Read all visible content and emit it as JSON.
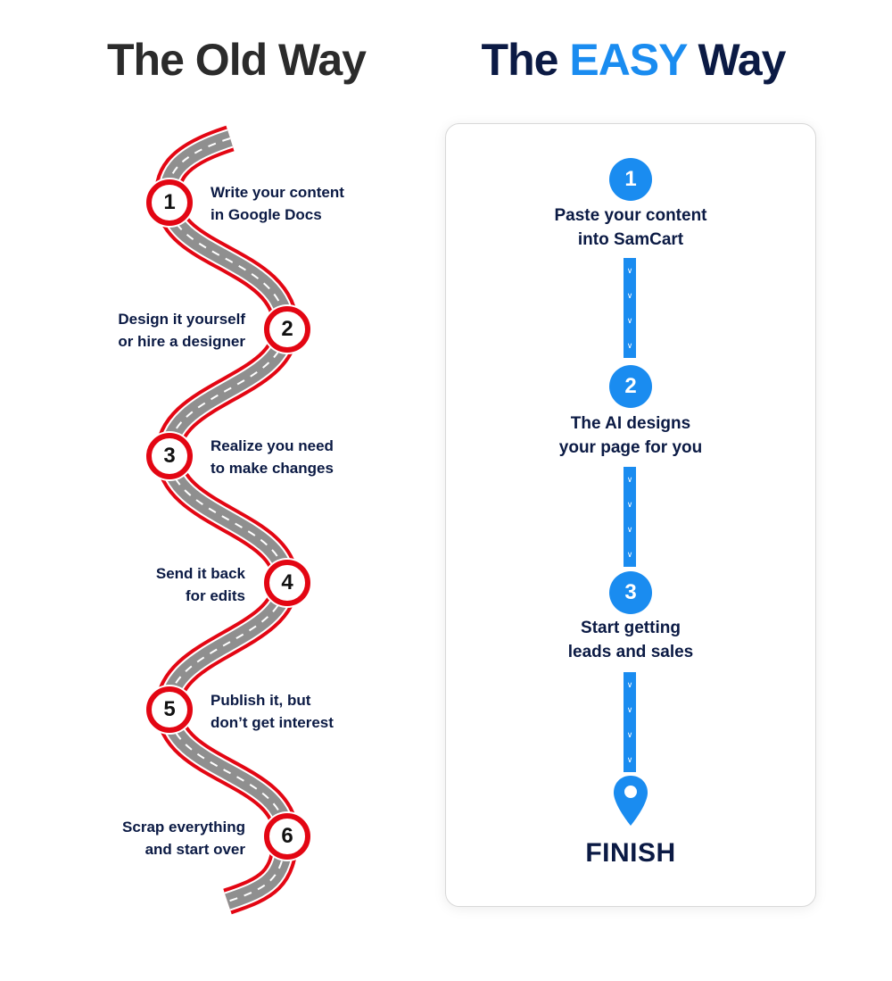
{
  "old_way": {
    "title": "The Old Way",
    "steps": [
      {
        "number": "1",
        "line1": "Write your content",
        "line2": "in Google Docs"
      },
      {
        "number": "2",
        "line1": "Design it yourself",
        "line2": "or hire a designer"
      },
      {
        "number": "3",
        "line1": "Realize you need",
        "line2": "to make changes"
      },
      {
        "number": "4",
        "line1": "Send it back",
        "line2": "for edits"
      },
      {
        "number": "5",
        "line1": "Publish it, but",
        "line2": "don’t get interest"
      },
      {
        "number": "6",
        "line1": "Scrap everything",
        "line2": "and start over"
      }
    ]
  },
  "easy_way": {
    "title_prefix": "The",
    "title_accent": "EASY",
    "title_suffix": "Way",
    "steps": [
      {
        "number": "1",
        "line1": "Paste your content",
        "line2": "into SamCart"
      },
      {
        "number": "2",
        "line1": "The AI designs",
        "line2": "your page for you"
      },
      {
        "number": "3",
        "line1": "Start getting",
        "line2": "leads and sales"
      }
    ],
    "finish": "FINISH"
  },
  "colors": {
    "red": "#e30613",
    "road": "#8f8f8f",
    "blue": "#1a8cf0",
    "navy": "#0b1a44"
  },
  "icons": {
    "arrow": "chevron-down-icon",
    "finish": "map-pin-icon"
  }
}
